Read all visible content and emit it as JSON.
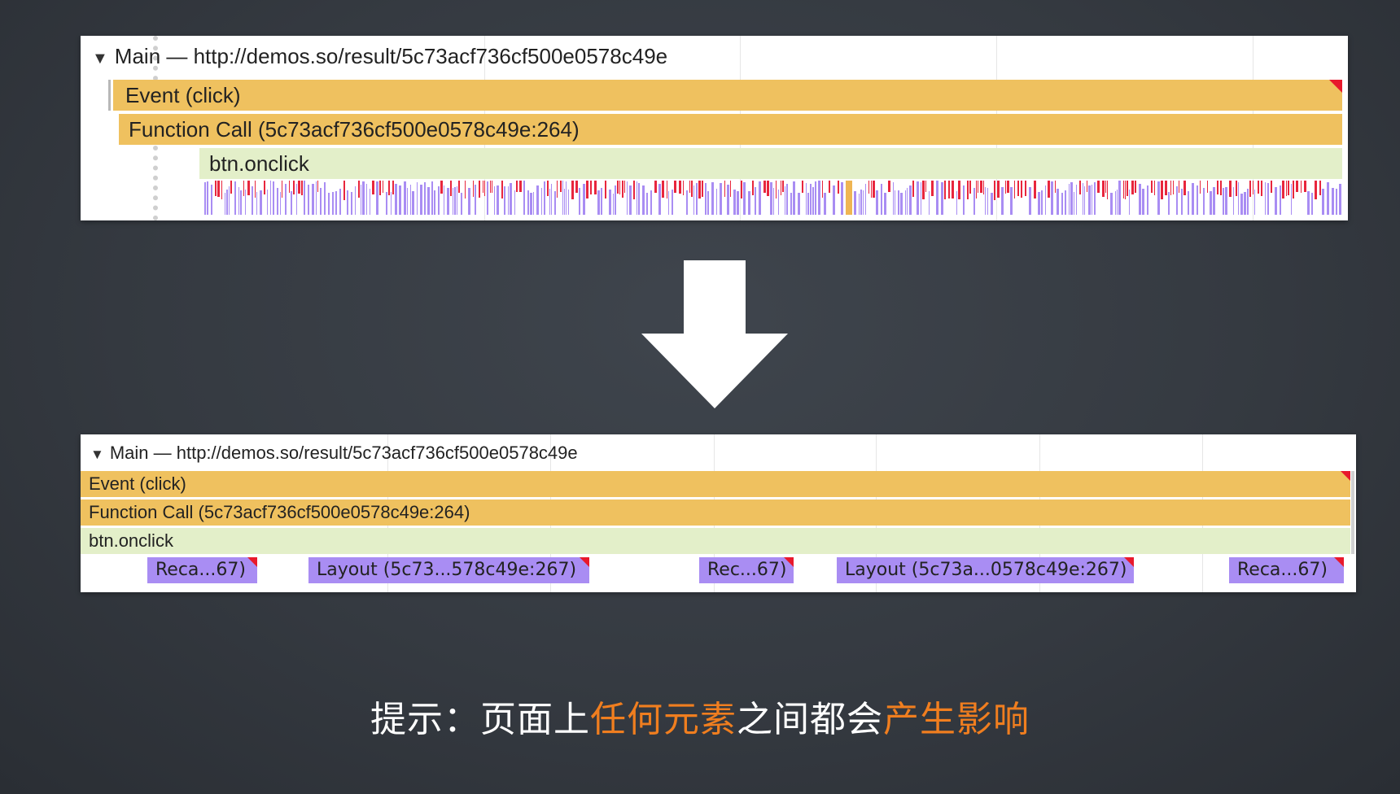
{
  "top_panel": {
    "title": "Main — http://demos.so/result/5c73acf736cf500e0578c49e",
    "event_label": "Event (click)",
    "function_label": "Function Call (5c73acf736cf500e0578c49e:264)",
    "onclick_label": "btn.onclick"
  },
  "bottom_panel": {
    "title": "Main — http://demos.so/result/5c73acf736cf500e0578c49e",
    "event_label": "Event (click)",
    "function_label": "Function Call (5c73acf736cf500e0578c49e:264)",
    "onclick_label": "btn.onclick",
    "tasks": [
      {
        "label": "Reca...67)"
      },
      {
        "label": "Layout (5c73...578c49e:267)"
      },
      {
        "label": "Rec...67)"
      },
      {
        "label": "Layout (5c73a...0578c49e:267)"
      },
      {
        "label": "Reca...67)"
      }
    ]
  },
  "caption": {
    "part1": "提示：页面上",
    "highlight1": "任何元素",
    "part2": "之间都会",
    "highlight2": "产生影响"
  },
  "colors": {
    "event_bar": "#efc15f",
    "onclick_bar": "#e3efc9",
    "task_purple": "#a98df3",
    "warning_red": "#e8192c",
    "highlight_orange": "#f07e1f",
    "background": "#353a41"
  },
  "icons": {
    "expand": "▼",
    "arrow": "down-arrow-icon"
  }
}
